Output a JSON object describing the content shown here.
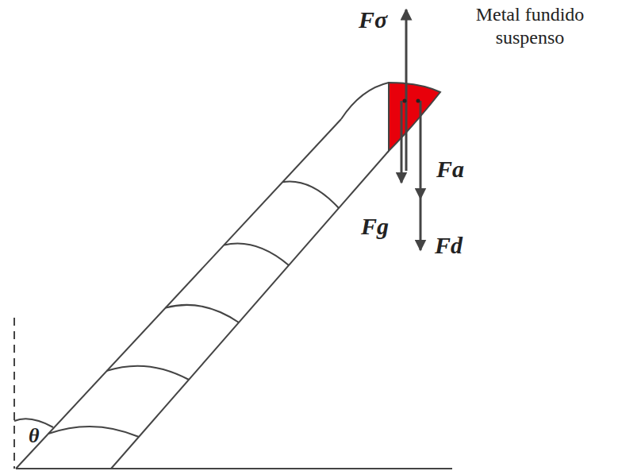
{
  "diagram": {
    "labels": [
      "Fσ",
      "Metal fundido suspenso",
      "Fa",
      "Fg",
      "Fd",
      "θ"
    ]
  }
}
